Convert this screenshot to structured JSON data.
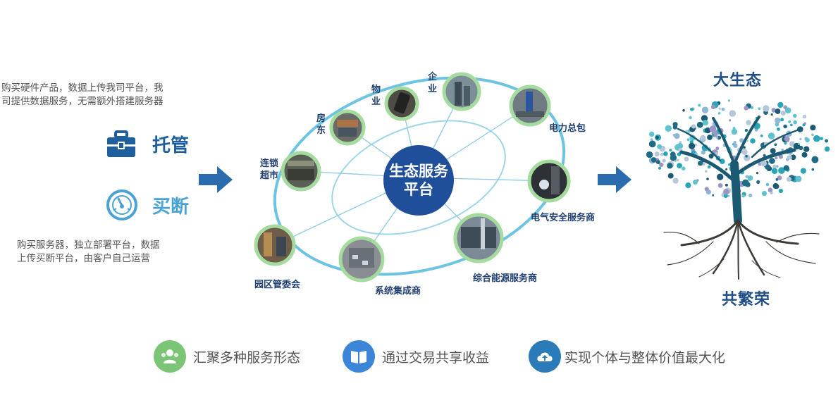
{
  "left": {
    "desc_top": [
      "购买硬件产品，数据上传我司平台，我",
      "司提供数据服务，无需额外搭建服务器"
    ],
    "hosting_label": "托管",
    "buyout_label": "买断",
    "desc_bottom": [
      "购买服务器，独立部署平台，数据",
      "上传买断平台，由客户自己运营"
    ],
    "colors": {
      "hosting": "#1f5f9e",
      "buyout": "#4aa3d4"
    }
  },
  "center": {
    "title_line1": "生态服务",
    "title_line2": "平台",
    "color": "#1f4f9a"
  },
  "nodes": {
    "fangdong": "房东",
    "wuye": "物业",
    "qiye": "企业",
    "dianli": "电力总包",
    "liansuo": "连锁超市",
    "dianqi": "电气安全服务商",
    "yuanqu": "园区管委会",
    "xitong": "系统集成商",
    "zonghe": "综合能源服务商"
  },
  "right": {
    "title_top": "大生态",
    "title_bottom": "共繁荣"
  },
  "bottom": [
    {
      "text": "汇聚多种服务形态",
      "icon": "people-icon",
      "color": "#7cc576"
    },
    {
      "text": "通过交易共享收益",
      "icon": "book-icon",
      "color": "#3b86d8"
    },
    {
      "text": "实现个体与整体价值最大化",
      "icon": "cloud-upload-icon",
      "color": "#2a7bb8"
    }
  ]
}
